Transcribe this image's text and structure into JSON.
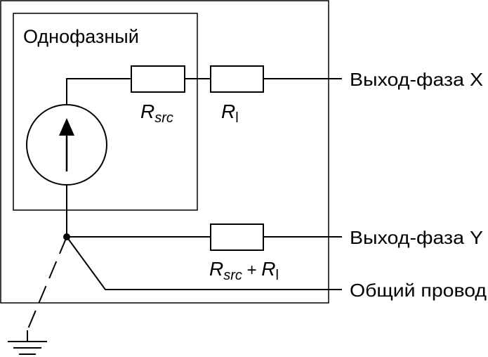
{
  "inner_box_label": "Однофазный",
  "resistors": {
    "src": {
      "main": "R",
      "sub": "src"
    },
    "line": {
      "main": "R",
      "sub": "l"
    },
    "combined": {
      "main1": "R",
      "sub1": "src",
      "plus": " + ",
      "main2": "R",
      "sub2": "l"
    }
  },
  "terminals": {
    "x": "Выход-фаза X",
    "y": "Выход-фаза Y",
    "common": "Общий провод"
  }
}
